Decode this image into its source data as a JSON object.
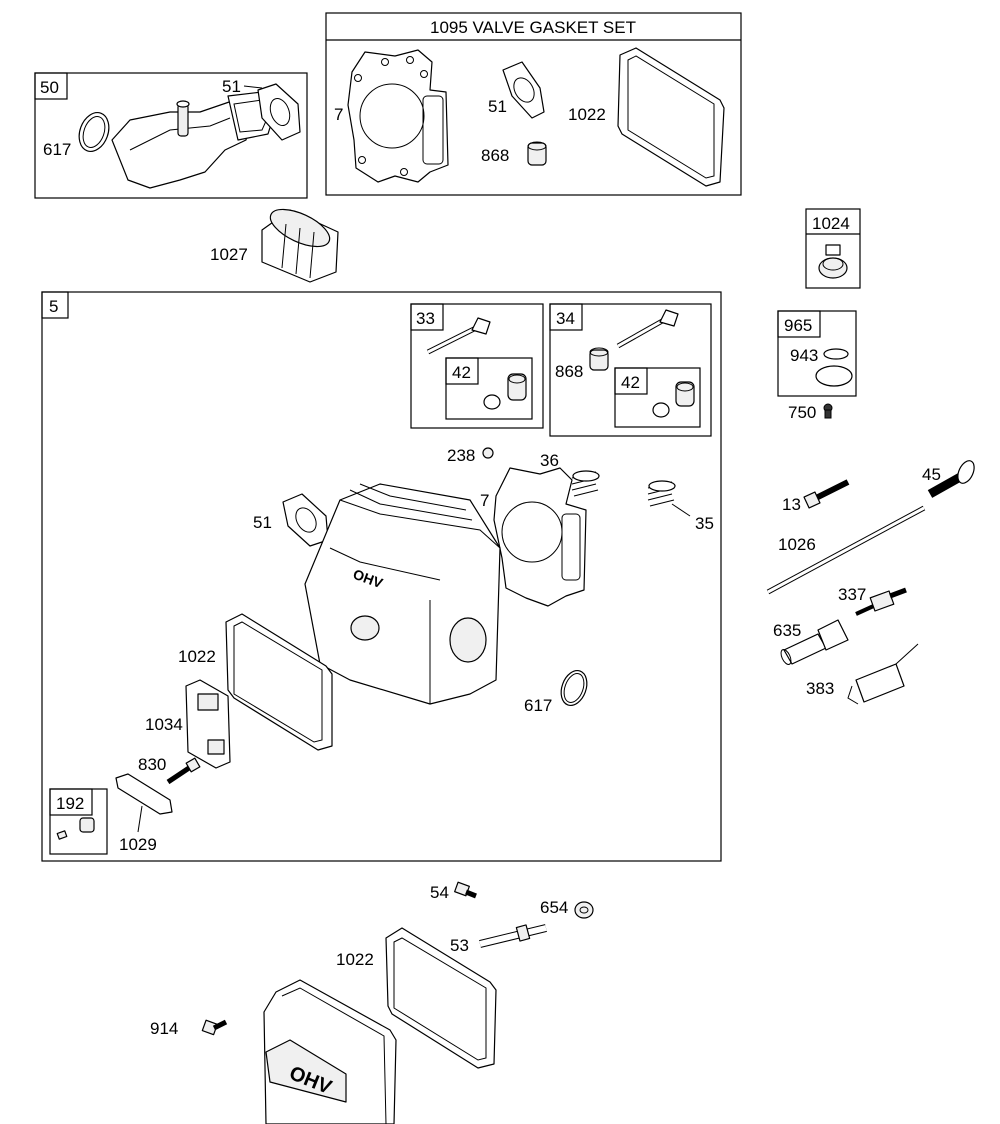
{
  "boxes": {
    "valve_gasket_set": "1095 VALVE GASKET SET",
    "b50": "50",
    "b5": "5",
    "b33": "33",
    "b34": "34",
    "b42a": "42",
    "b42b": "42",
    "b1024": "1024",
    "b965": "965",
    "b192": "192"
  },
  "labels": {
    "p617a": "617",
    "p51a": "51",
    "p7a": "7",
    "p51b": "51",
    "p1022a": "1022",
    "p868a": "868",
    "p1027": "1027",
    "p943": "943",
    "p750": "750",
    "p868b": "868",
    "p238": "238",
    "p36": "36",
    "p7b": "7",
    "p35": "35",
    "p51c": "51",
    "p1022b": "1022",
    "p1034": "1034",
    "p830": "830",
    "p1029": "1029",
    "p617b": "617",
    "p13": "13",
    "p45": "45",
    "p1026": "1026",
    "p337": "337",
    "p635": "635",
    "p383": "383",
    "p54": "54",
    "p654": "654",
    "p53": "53",
    "p1022c": "1022",
    "p914": "914"
  },
  "cover_logo": "OHV",
  "head_logo": "OHV"
}
